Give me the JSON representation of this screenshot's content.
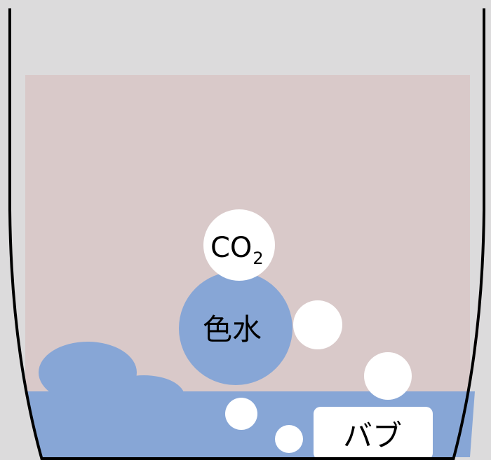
{
  "colors": {
    "background": "#dcdbdc",
    "liquid": "#d9c9c9",
    "dye": "#87a6d6",
    "bubble": "#ffffff",
    "container_outline": "#000000"
  },
  "labels": {
    "co2_main": "CO",
    "co2_sub": "2",
    "colored_water": "色水",
    "bath_bomb": "バブ"
  }
}
